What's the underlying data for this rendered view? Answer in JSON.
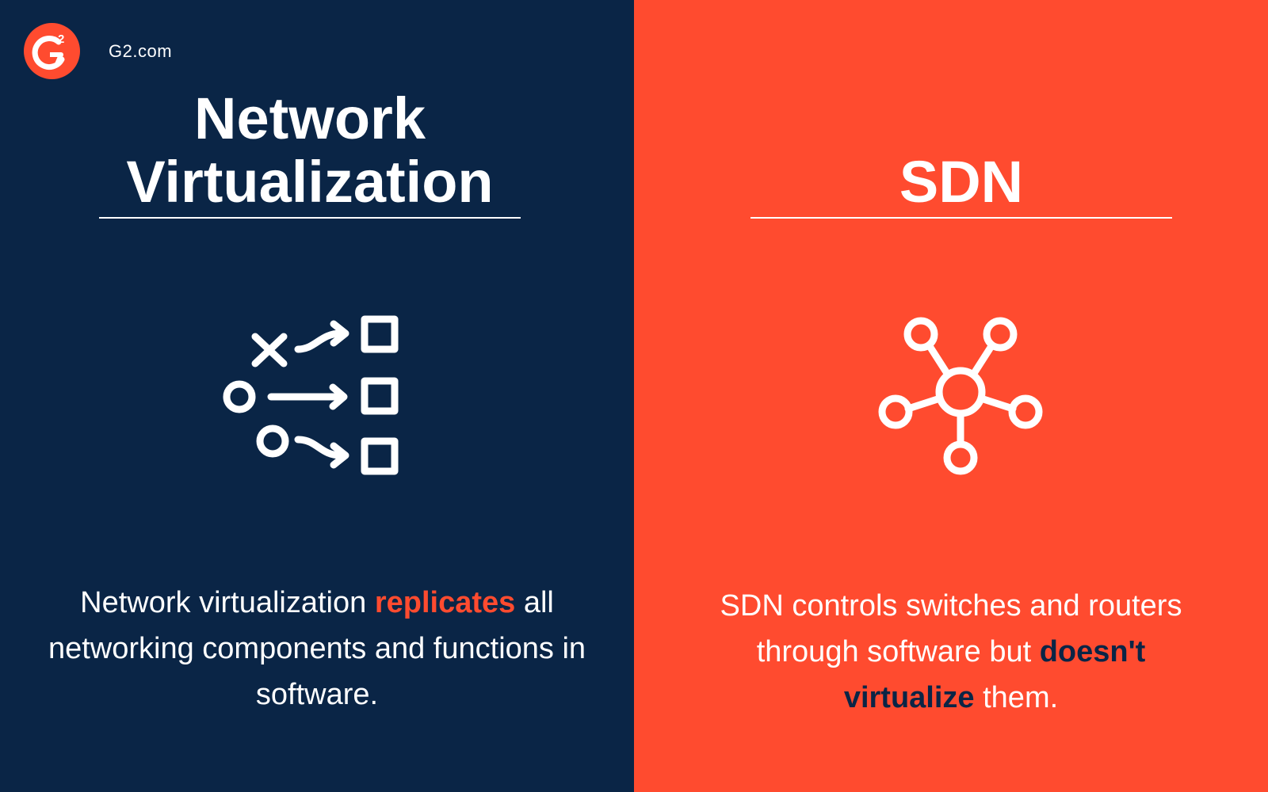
{
  "brand": {
    "site": "G2.com",
    "logo_letter": "G",
    "logo_superscript": "2",
    "logo_icon": "g2-logo-icon"
  },
  "colors": {
    "navy": "#0a2546",
    "orange": "#ff4b2f",
    "white": "#ffffff"
  },
  "left": {
    "title_line1": "Network",
    "title_line2": "Virtualization",
    "icon": "routing-flows-icon",
    "desc_pre": "Network virtualization ",
    "desc_highlight": "replicates",
    "desc_post": " all networking components and functions in software."
  },
  "right": {
    "title": "SDN",
    "icon": "network-hub-icon",
    "desc_pre": "SDN controls switches and routers through software but ",
    "desc_highlight": "doesn't virtualize",
    "desc_post": " them."
  }
}
